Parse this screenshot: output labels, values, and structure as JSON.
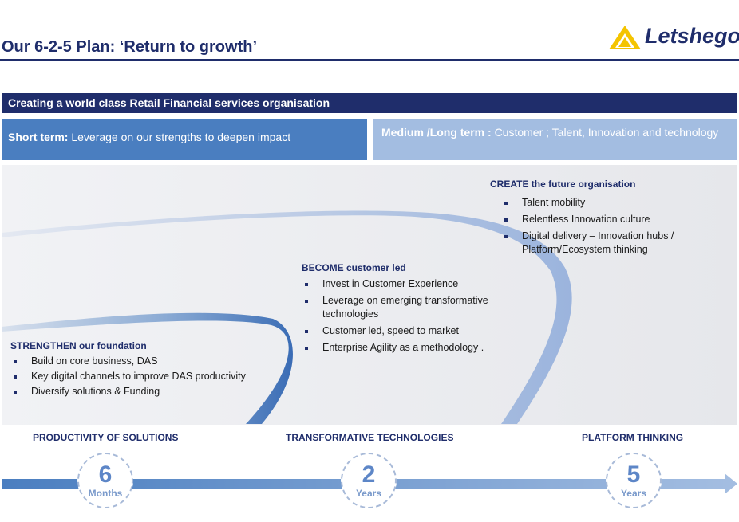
{
  "header": {
    "title": "Our 6-2-5 Plan:  ‘Return to growth’",
    "logo_text": "Letshego",
    "logo_color": "#1f2d6b",
    "logo_accent": "#f4c400"
  },
  "banner": {
    "text": "Creating a world class Retail Financial services organisation",
    "color": "#1f2d6b"
  },
  "terms": {
    "short": {
      "label": "Short term:",
      "text": "Leverage on our strengths to deepen impact",
      "color": "#4a7ec0"
    },
    "long": {
      "label": "Medium /Long term :",
      "text": "Customer ; Talent, Innovation and technology",
      "color": "#a3bde1"
    }
  },
  "stages": [
    {
      "title": "STRENGTHEN our foundation",
      "items": [
        "Build  on core business, DAS",
        "Key digital channels to improve DAS productivity",
        "Diversify solutions  & Funding"
      ]
    },
    {
      "title": "BECOME customer led",
      "items": [
        "Invest in Customer Experience",
        "Leverage on emerging  transformative technologies",
        "Customer led, speed to market",
        "Enterprise Agility as a methodology ."
      ]
    },
    {
      "title": "CREATE the future organisation",
      "items": [
        "Talent mobility",
        "Relentless Innovation culture",
        "Digital delivery – Innovation hubs / Platform/Ecosystem  thinking"
      ]
    }
  ],
  "timeline": {
    "labels": [
      "PRODUCTIVITY OF SOLUTIONS",
      "TRANSFORMATIVE TECHNOLOGIES",
      "PLATFORM THINKING"
    ],
    "milestones": [
      {
        "value": "6",
        "unit": "Months"
      },
      {
        "value": "2",
        "unit": "Years"
      },
      {
        "value": "5",
        "unit": "Years"
      }
    ],
    "arrow_colors": [
      "#4a7ec0",
      "#a3bde1"
    ]
  }
}
